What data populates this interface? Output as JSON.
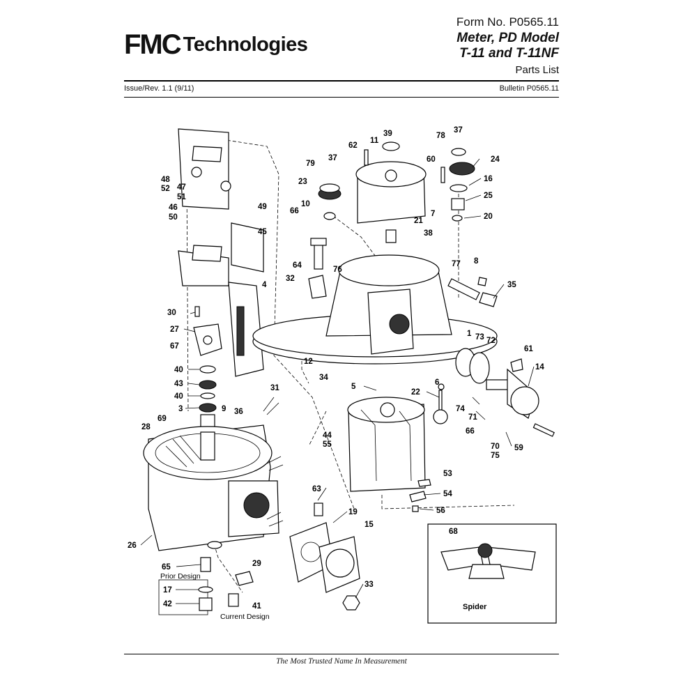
{
  "header": {
    "logo_fmc": "FMC",
    "logo_technologies": "Technologies",
    "form_no": "Form No. P0565.11",
    "title_line1": "Meter, PD Model",
    "title_line2": "T-11 and T-11NF",
    "title_line3": "Parts List",
    "issue": "Issue/Rev. 1.1 (9/11)",
    "bulletin": "Bulletin P0565.11"
  },
  "diagram": {
    "callouts": [
      "48",
      "52",
      "47",
      "51",
      "46",
      "50",
      "49",
      "45",
      "4",
      "30",
      "27",
      "67",
      "40",
      "43",
      "40",
      "3",
      "9",
      "36",
      "28",
      "69",
      "31",
      "26",
      "65",
      "17",
      "42",
      "29",
      "41",
      "63",
      "19",
      "15",
      "33",
      "62",
      "11",
      "39",
      "79",
      "37",
      "23",
      "10",
      "66",
      "64",
      "32",
      "76",
      "12",
      "34",
      "5",
      "22",
      "6",
      "44",
      "55",
      "60",
      "78",
      "37",
      "24",
      "16",
      "25",
      "20",
      "7",
      "21",
      "38",
      "77",
      "8",
      "35",
      "1",
      "73",
      "72",
      "61",
      "14",
      "74",
      "71",
      "66",
      "70",
      "75",
      "59",
      "53",
      "54",
      "56",
      "68"
    ],
    "caption_prior": "Prior Design",
    "caption_current": "Current Design",
    "spider_label": "Spider"
  },
  "footer": {
    "tagline": "The Most Trusted Name In Measurement"
  }
}
